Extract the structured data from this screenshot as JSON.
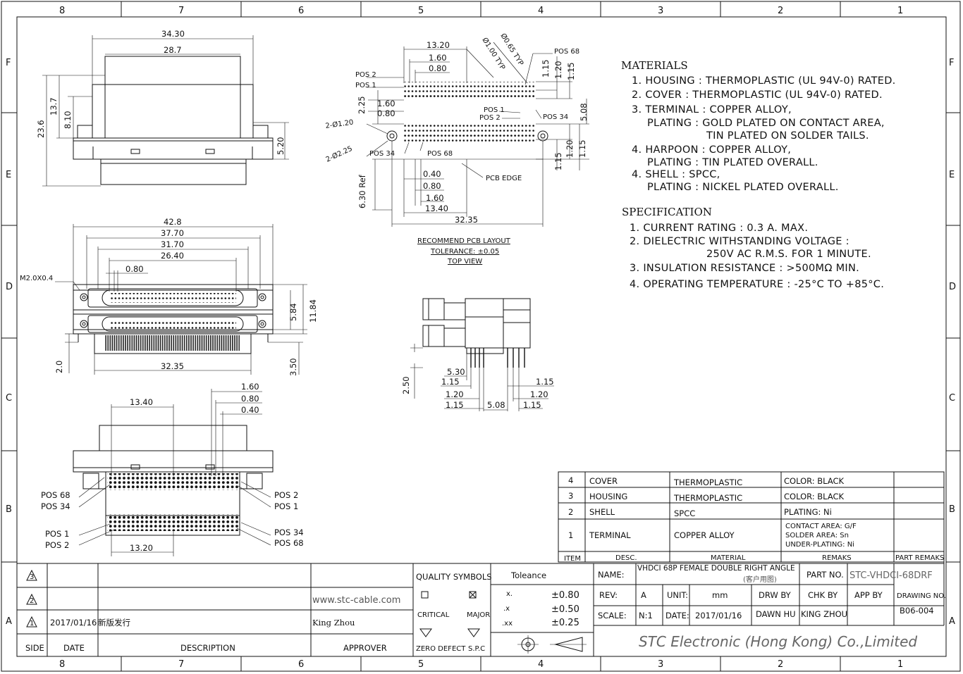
{
  "border": {
    "columns": [
      "8",
      "7",
      "6",
      "5",
      "4",
      "3",
      "2",
      "1"
    ],
    "rows": [
      "F",
      "E",
      "D",
      "C",
      "B",
      "A"
    ]
  },
  "top_view_dims": {
    "w1": "34.30",
    "w2": "28.7",
    "h_total": "23.6",
    "h1": "13.7",
    "h2": "8.10",
    "h3": "5.20"
  },
  "front_view_dims": {
    "w1": "42.8",
    "w2": "37.70",
    "w3": "31.70",
    "w4": "26.40",
    "pitch": "0.80",
    "screw": "M2.0X0.4",
    "h1": "5.84",
    "h2": "11.84",
    "bottom": "32.35",
    "left": "2.0",
    "right": "3.50"
  },
  "bottom_view_dims": {
    "top": "13.40",
    "bottom": "13.20",
    "d1": "1.60",
    "d2": "0.80",
    "d3": "0.40",
    "pos68": "POS 68",
    "pos34": "POS 34",
    "pos1": "POS 1",
    "pos2": "POS 2"
  },
  "pcb_layout": {
    "top": "13.20",
    "d160": "1.60",
    "d080": "0.80",
    "hole1": "Ø1.00 TYP",
    "hole2": "Ø0.65 TYP",
    "pos68": "POS 68",
    "pos2": "POS 2",
    "pos1": "POS 1",
    "pos34": "POS 34",
    "r115a": "1.15",
    "r120a": "1.20",
    "r115b": "1.15",
    "r508": "5.08",
    "r120b": "1.20",
    "r115c": "1.15",
    "r115d": "1.15",
    "l225": "2.25",
    "l160": "1.60",
    "l080": "0.80",
    "mh1": "2-Ø1.20",
    "mh2": "2-Ø2.25",
    "b040": "0.40",
    "b080": "0.80",
    "b160": "1.60",
    "b1340": "13.40",
    "b3235": "32.35",
    "ref": "6.30 Ref",
    "pcb_edge": "PCB EDGE",
    "caption1": "RECOMMEND PCB LAYOUT",
    "caption2": "TOLERANCE: ±0.05",
    "caption3": "TOP VIEW"
  },
  "side_view_dims": {
    "d530": "5.30",
    "d115a": "1.15",
    "d120a": "1.20",
    "d115b": "1.15",
    "d508": "5.08",
    "d115c": "1.15",
    "d120b": "1.20",
    "d115d": "1.15",
    "d250": "2.50"
  },
  "materials": {
    "heading": "MATERIALS",
    "lines": [
      "1.  HOUSING : THERMOPLASTIC (UL 94V-0) RATED.",
      "2.  COVER : THERMOPLASTIC (UL 94V-0) RATED.",
      "3.  TERMINAL : COPPER ALLOY,",
      "PLATING : GOLD PLATED ON CONTACT AREA,",
      "TIN PLATED ON SOLDER TAILS.",
      "4.  HARPOON : COPPER ALLOY,",
      "PLATING : TIN PLATED OVERALL.",
      "4.  SHELL : SPCC,",
      "PLATING : NICKEL PLATED OVERALL."
    ]
  },
  "specification": {
    "heading": "SPECIFICATION",
    "lines": [
      "1.  CURRENT RATING : 0.3 A. MAX.",
      "2.  DIELECTRIC WITHSTANDING VOLTAGE :",
      "250V AC R.M.S. FOR 1 MINUTE.",
      "3.  INSULATION RESISTANCE : >500MΩ MIN.",
      "4.  OPERATING TEMPERATURE : -25°C TO +85°C."
    ]
  },
  "bom": {
    "rows": [
      {
        "item": "4",
        "desc": "COVER",
        "material": "THERMOPLASTIC",
        "remarks": "COLOR: BLACK"
      },
      {
        "item": "3",
        "desc": "HOUSING",
        "material": "THERMOPLASTIC",
        "remarks": "COLOR: BLACK"
      },
      {
        "item": "2",
        "desc": "SHELL",
        "material": "SPCC",
        "remarks": "PLATING: Ni"
      },
      {
        "item": "1",
        "desc": "TERMINAL",
        "material": "COPPER ALLOY",
        "remarks1": "CONTACT AREA: G/F",
        "remarks2": "SOLDER AREA: Sn",
        "remarks3": "UNDER-PLATING: Ni"
      }
    ],
    "headers": {
      "item": "ITEM",
      "desc": "DESC.",
      "material": "MATERIAL",
      "remarks": "REMAKS",
      "part_remarks": "PART REMAKS"
    }
  },
  "revision": {
    "rev3": "3",
    "rev2": "2",
    "rev1": "1",
    "row1_date": "2017/01/16",
    "row1_desc": "新版发行",
    "row1_approver": "King Zhou",
    "website": "www.stc-cable.com",
    "headers": {
      "side": "SIDE",
      "date": "DATE",
      "description": "DESCRIPTION",
      "approver": "APPROVER"
    }
  },
  "quality": {
    "title": "QUALITY SYMBOLS",
    "critical": "CRITICAL",
    "major": "MAJOR",
    "zero_defect": "ZERO DEFECT",
    "spc": "S.P.C"
  },
  "tolerance": {
    "title": "Toleance",
    "rows": [
      {
        "label": "x.",
        "value": "±0.80"
      },
      {
        "label": ".x",
        "value": "±0.50"
      },
      {
        "label": ".xx",
        "value": "±0.25"
      }
    ]
  },
  "title_block": {
    "name_label": "NAME:",
    "name_value": "VHDCI 68P FEMALE DOUBLE RIGHT ANGLE",
    "name_value2": "(客户用图)",
    "part_label": "PART NO.",
    "part_value": "STC-VHDCI-68DRF",
    "rev_label": "REV:",
    "rev_value": "A",
    "unit_label": "UNIT:",
    "unit_value": "mm",
    "drw_label": "DRW BY",
    "chk_label": "CHK BY",
    "app_label": "APP BY",
    "drawing_no_label": "DRAWING NO.",
    "drawing_no_value": "B06-004",
    "scale_label": "SCALE:",
    "scale_value": "N:1",
    "date_label": "DATE:",
    "date_value": "2017/01/16",
    "drw_value": "DAWN HU",
    "chk_value": "KING ZHOU",
    "company": "STC Electronic (Hong Kong) Co.,Limited"
  }
}
